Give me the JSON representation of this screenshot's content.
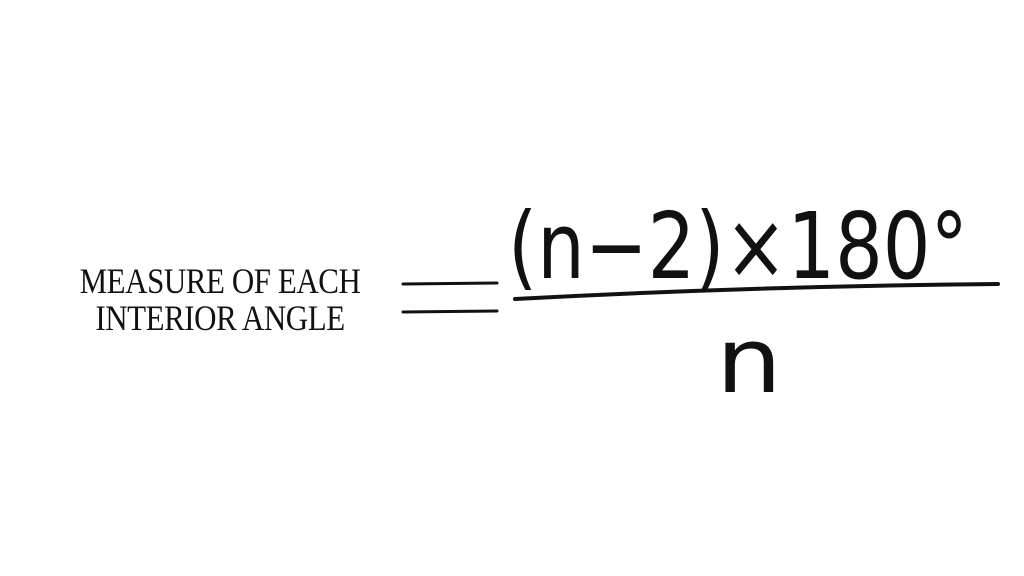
{
  "label": {
    "line1": "MEASURE OF EACH",
    "line2": "INTERIOR ANGLE"
  },
  "formula": {
    "numerator": "(n−2)×180°",
    "denominator": "n"
  },
  "colors": {
    "ink": "#111111",
    "background": "#ffffff"
  }
}
